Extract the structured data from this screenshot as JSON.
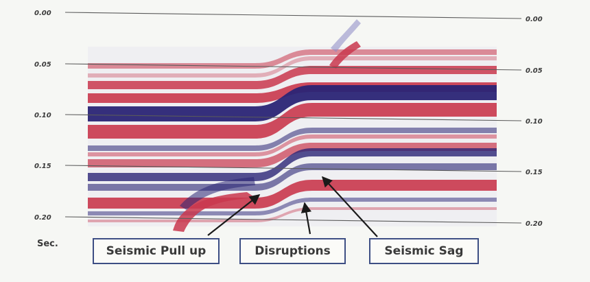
{
  "time_axis": {
    "unit_label": "Sec.",
    "ticks_left": [
      "0.00",
      "0.05",
      "0.10",
      "0.15",
      "0.20"
    ],
    "ticks_right": [
      "0.00",
      "0.05",
      "0.10",
      "0.15",
      "0.20"
    ]
  },
  "callouts": {
    "pull_up": "Seismic Pull up",
    "disruptions": "Disruptions",
    "sag": "Seismic Sag"
  },
  "colors": {
    "red_reflector": "#c9374d",
    "blue_reflector": "#2a2475",
    "background": "#f6f7f4",
    "box_border": "#3d4e84"
  }
}
